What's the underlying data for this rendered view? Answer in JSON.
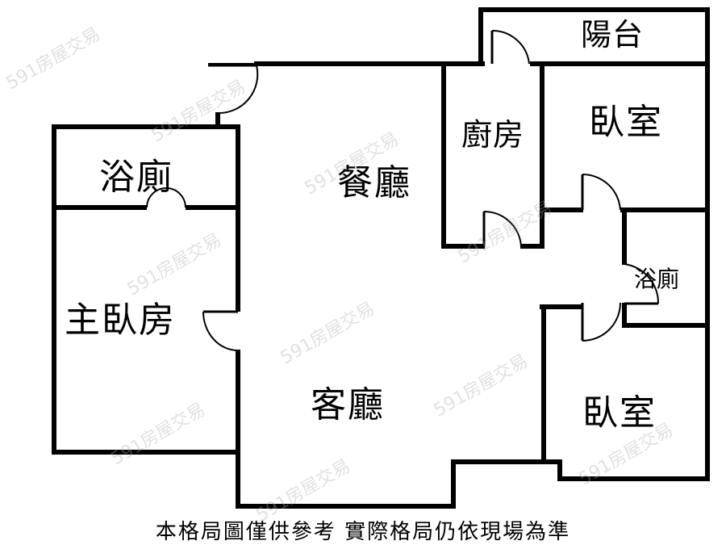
{
  "rooms": {
    "balcony": "陽台",
    "kitchen": "廚房",
    "bedroom_top": "臥室",
    "bathroom_left": "浴廁",
    "dining": "餐廳",
    "bathroom_right": "浴廁",
    "master_bedroom": "主臥房",
    "living": "客廳",
    "bedroom_bottom": "臥室"
  },
  "disclaimer": "本格局圖僅供參考  實際格局仍依現場為準",
  "watermark": "591房屋交易",
  "colors": {
    "wall": "#000000",
    "background": "#ffffff"
  }
}
